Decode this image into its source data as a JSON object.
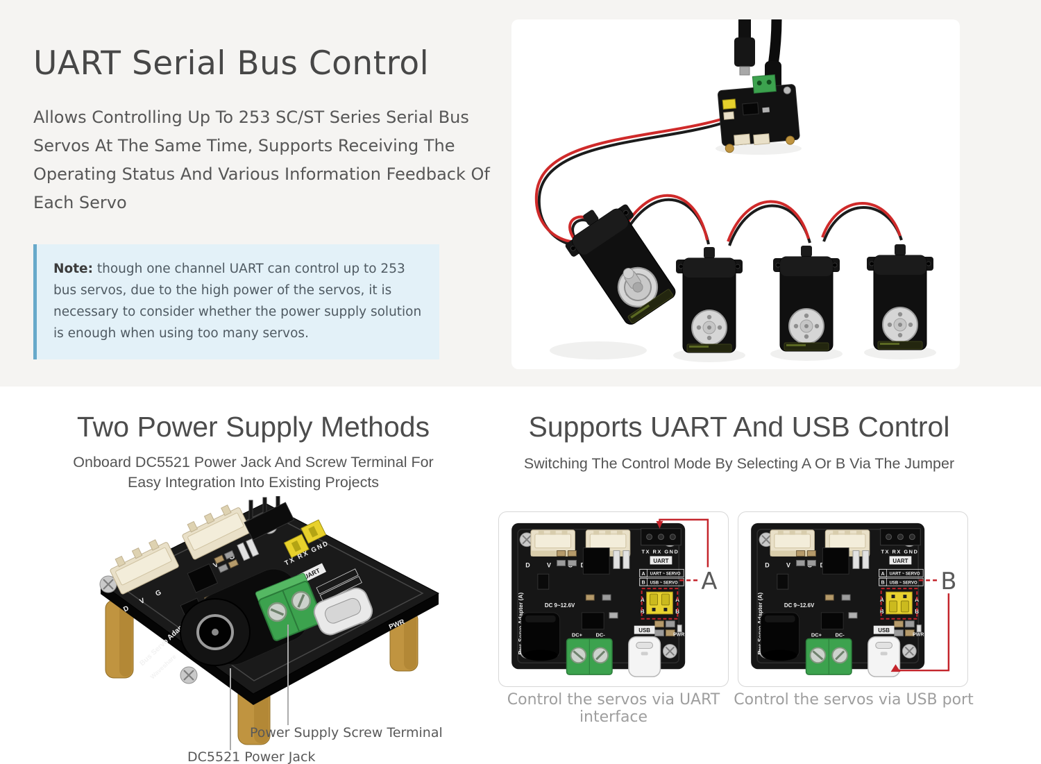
{
  "colors": {
    "page_top_band": "#f5f4f2",
    "note_background": "#e3f1f8",
    "note_border": "#67a9ca",
    "annotation_red": "#c4242b",
    "jumper_yellow": "#e7d22f",
    "terminal_green": "#3ca24e",
    "standoff_gold": "#c09440"
  },
  "hero": {
    "title": "UART Serial Bus Control",
    "description": "Allows Controlling Up To 253 SC/ST Series Serial Bus Servos At The Same Time, Supports Receiving The Operating Status And Various Information Feedback Of Each Servo",
    "note_label": "Note:",
    "note_text": " though one channel UART can control up to 253 bus servos, due to the high power of the servos, it is necessary to consider whether the power supply solution is enough when using too many servos."
  },
  "power_section": {
    "title": "Two Power Supply Methods",
    "subtitle": "Onboard DC5521 Power Jack And Screw Terminal For Easy Integration Into Existing Projects",
    "callout_screw_terminal": "Power Supply Screw Terminal",
    "callout_power_jack": "DC5521 Power Jack"
  },
  "control_section": {
    "title": "Supports UART And USB Control",
    "subtitle": "Switching The Control Mode By Selecting A Or B Via The Jumper",
    "marker_a": "A",
    "marker_b": "B",
    "caption_uart": "Control the servos via UART interface",
    "caption_usb": "Control the servos via USB port"
  },
  "board_labels": {
    "dvg": "D V G",
    "uart_pins": "TX RX GND",
    "uart_badge": "UART",
    "legend_a_key": "A",
    "legend_a_text": "UART ~ SERVO",
    "legend_b_key": "B",
    "legend_b_text": "USB ~ SERVO",
    "jumper_a": "A",
    "jumper_b": "B",
    "name": "Bus Servo Adapter (A)",
    "brand": "Waveshare",
    "dc_range": "DC 9~12.6V",
    "dc_plus": "DC+",
    "dc_minus": "DC-",
    "usb": "USB",
    "pwr": "PWR"
  }
}
